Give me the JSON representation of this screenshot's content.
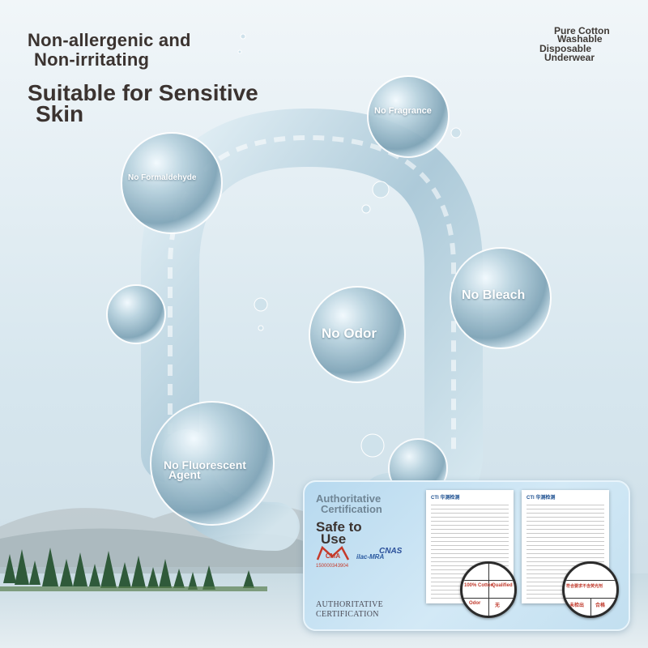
{
  "headline": {
    "line1": "Non-allergenic and",
    "line2": "Non-irritating"
  },
  "subheadline": {
    "line1": "Suitable for Sensitive",
    "line2": "Skin"
  },
  "top_right": {
    "line1": "Pure Cotton",
    "line2": "Washable",
    "line3": "Disposable",
    "line4": "Underwear"
  },
  "bubbles": [
    {
      "label": "No Fragrance"
    },
    {
      "label": "No Formaldehyde"
    },
    {
      "label": "No Bleach"
    },
    {
      "label": "No Odor"
    },
    {
      "label": "No Fluorescent"
    },
    {
      "label": "Agent"
    }
  ],
  "certification": {
    "authoritative_line1": "Authoritative",
    "authoritative_line2": "Certification",
    "safe_line1": "Safe to",
    "safe_line2": "Use",
    "cma_logo": "CMA",
    "cma_number": "150000343904",
    "ilac_logo": "ilac-MRA",
    "cnas_logo": "CNAS",
    "bottom_line1": "AUTHORITATIVE",
    "bottom_line2": "CERTIFICATION",
    "doc1_title": "CTI 华测检测",
    "doc2_title": "CTI 华测检测",
    "mag1": {
      "cell1": "100% Cotton",
      "cell2": "Qualified",
      "cell3": "Odor",
      "cell4": "无"
    },
    "mag2": {
      "cell1": "符合要求不含荧光剂",
      "cell2": "未检出",
      "cell3": "合格"
    }
  },
  "colors": {
    "headline": "#3b3330",
    "panel": "#c8e3f3",
    "water": "#a9c8d8"
  }
}
